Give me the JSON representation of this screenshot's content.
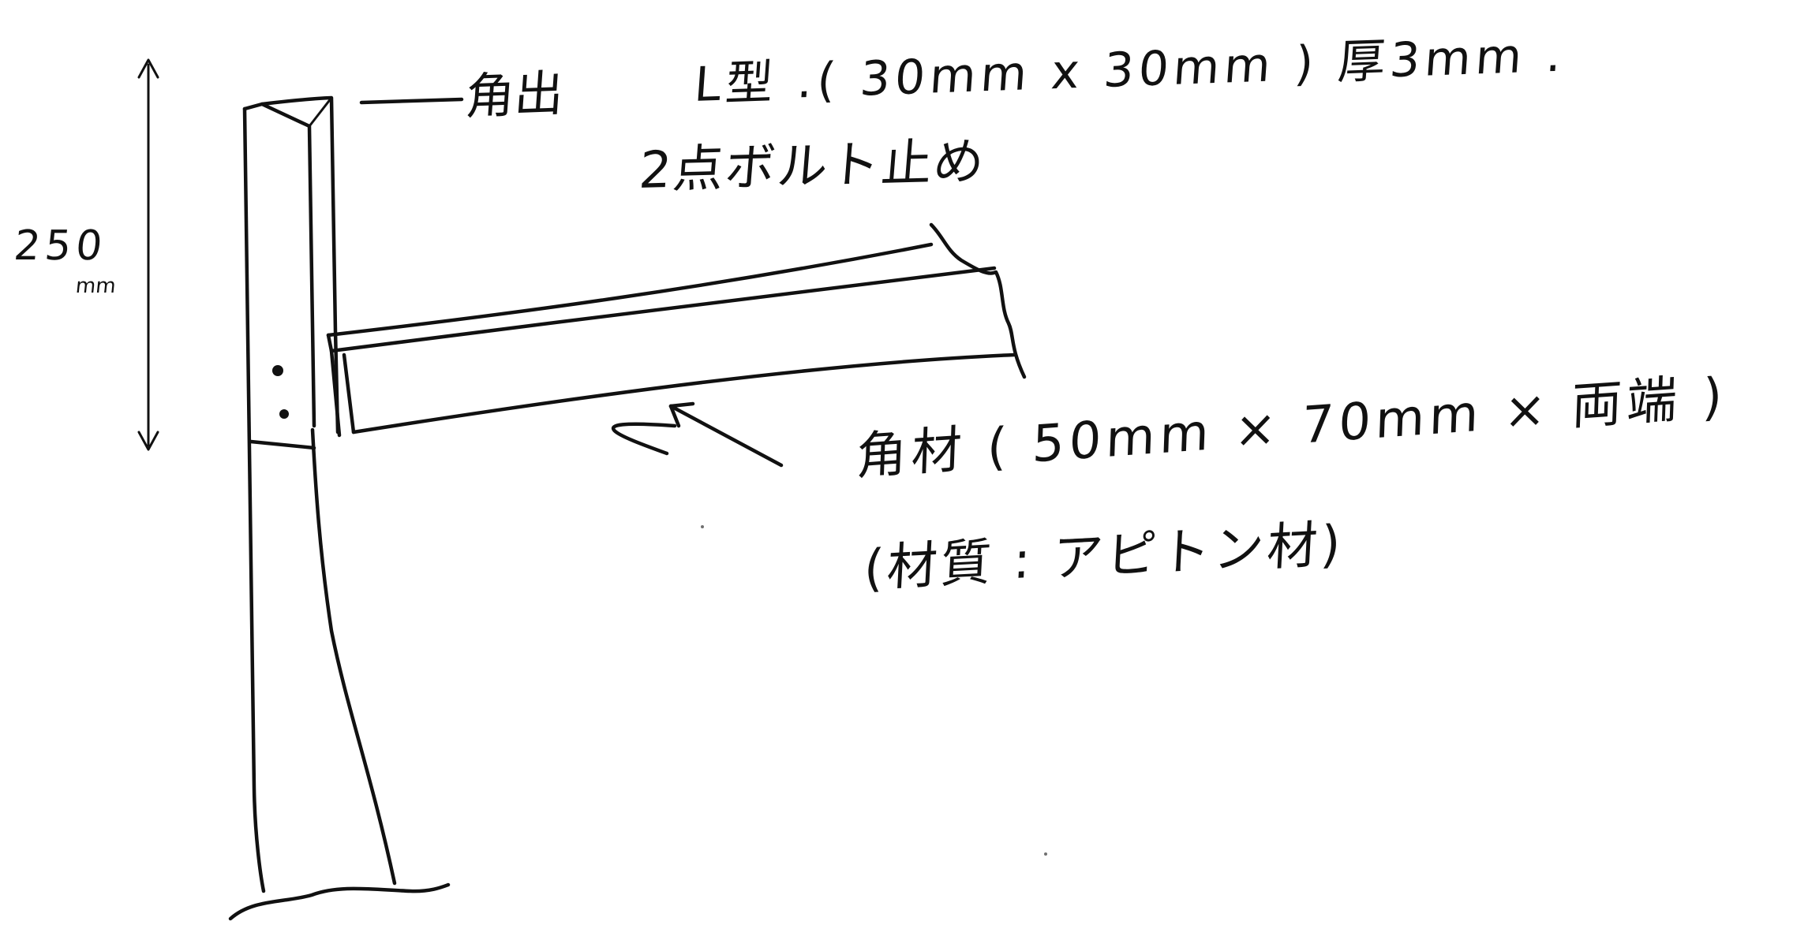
{
  "sketch": {
    "annotations": {
      "angle_label": "角出",
      "bracket_spec": "L型 .( 30mm x 30mm ) 厚3mm .",
      "bolt_note": "2点ボルト止め",
      "dimension_value": "250",
      "dimension_unit": "mm",
      "lumber_spec": "角材 ( 50mm × 70mm × 両端 )",
      "material_note": "(材質 : アピトン材)"
    },
    "colors": {
      "ink": "#111111",
      "paper": "#ffffff"
    }
  }
}
